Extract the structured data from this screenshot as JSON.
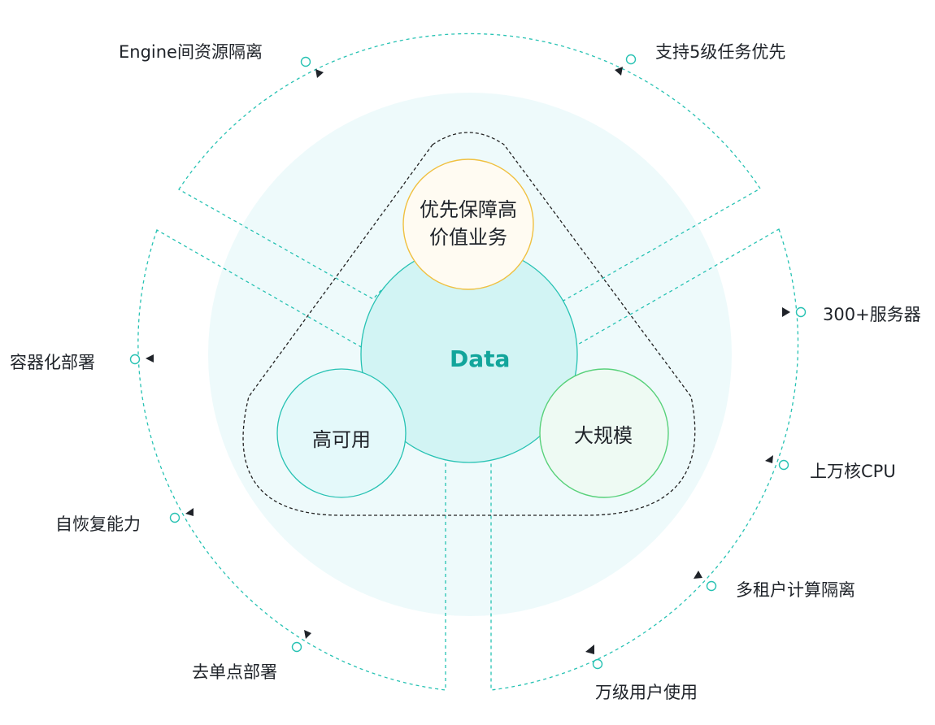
{
  "center": {
    "title": "Data"
  },
  "goals": {
    "priority": {
      "line1": "优先保障高",
      "line2": "价值业务"
    },
    "availability": {
      "label": "高可用"
    },
    "scale": {
      "label": "大规模"
    }
  },
  "features": {
    "top": [
      "Engine间资源隔离",
      "支持5级任务优先"
    ],
    "left": [
      "容器化部署",
      "自恢复能力",
      "去单点部署"
    ],
    "right": [
      "300+服务器",
      "上万核CPU",
      "多租户计算隔离",
      "万级用户使用"
    ]
  },
  "colors": {
    "teal": "#27c2b3",
    "center_fill": "#d2f4f4",
    "halo": "#eefafb",
    "priority_border": "#f0c040",
    "scale_border": "#58d17a"
  }
}
